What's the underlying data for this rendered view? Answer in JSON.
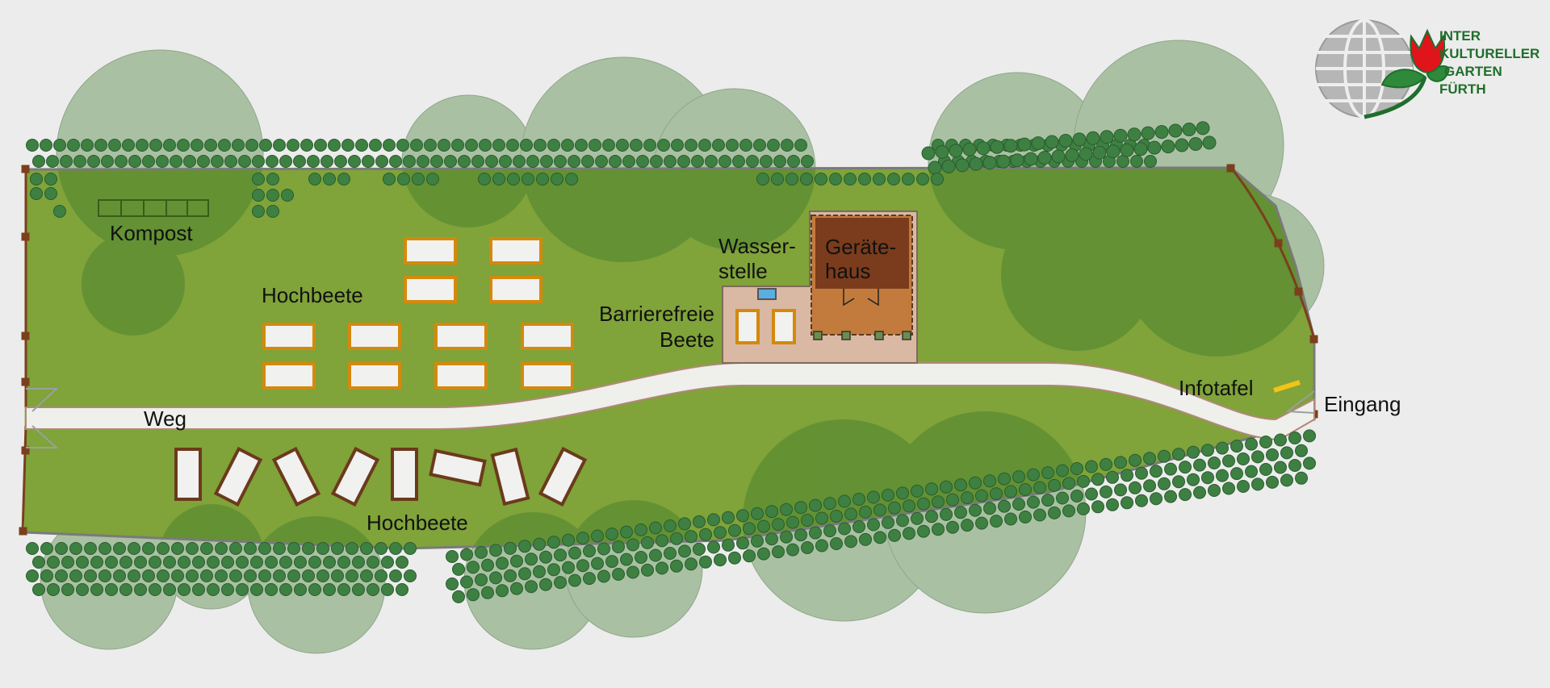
{
  "logo": {
    "line1": "INTER",
    "line2": "KULTURELLER",
    "line3": "GARTEN",
    "line4": "FÜRTH",
    "icon": "globe-tulip-icon",
    "text_color": "#1f6e2c",
    "tulip_color": "#e0141b"
  },
  "labels": {
    "kompost": "Kompost",
    "hochbeete_top": "Hochbeete",
    "hochbeete_bottom": "Hochbeete",
    "wasser_line1": "Wasser-",
    "wasser_line2": "stelle",
    "geraete_line1": "Geräte-",
    "geraete_line2": "haus",
    "barriere_line1": "Barrierefreie",
    "barriere_line2": "Beete",
    "weg": "Weg",
    "infotafel": "Infotafel",
    "eingang": "Eingang"
  },
  "colors": {
    "background": "#ececec",
    "lawn": "#80a33a",
    "tree_canopy": "#a9c1a2",
    "tree_shade": "#5f8f33",
    "hedge": "#3e8042",
    "path": "#efefec",
    "raised_bed_top": "#d4890c",
    "raised_bed_bottom": "#6b3a1c",
    "shed_roof": "#7a3c1d",
    "shed_deck": "#c27b3c",
    "paving": "#d9b8a4",
    "fence": "#7b3f1c",
    "info_sign": "#f2c418",
    "water": "#5aaee0"
  }
}
